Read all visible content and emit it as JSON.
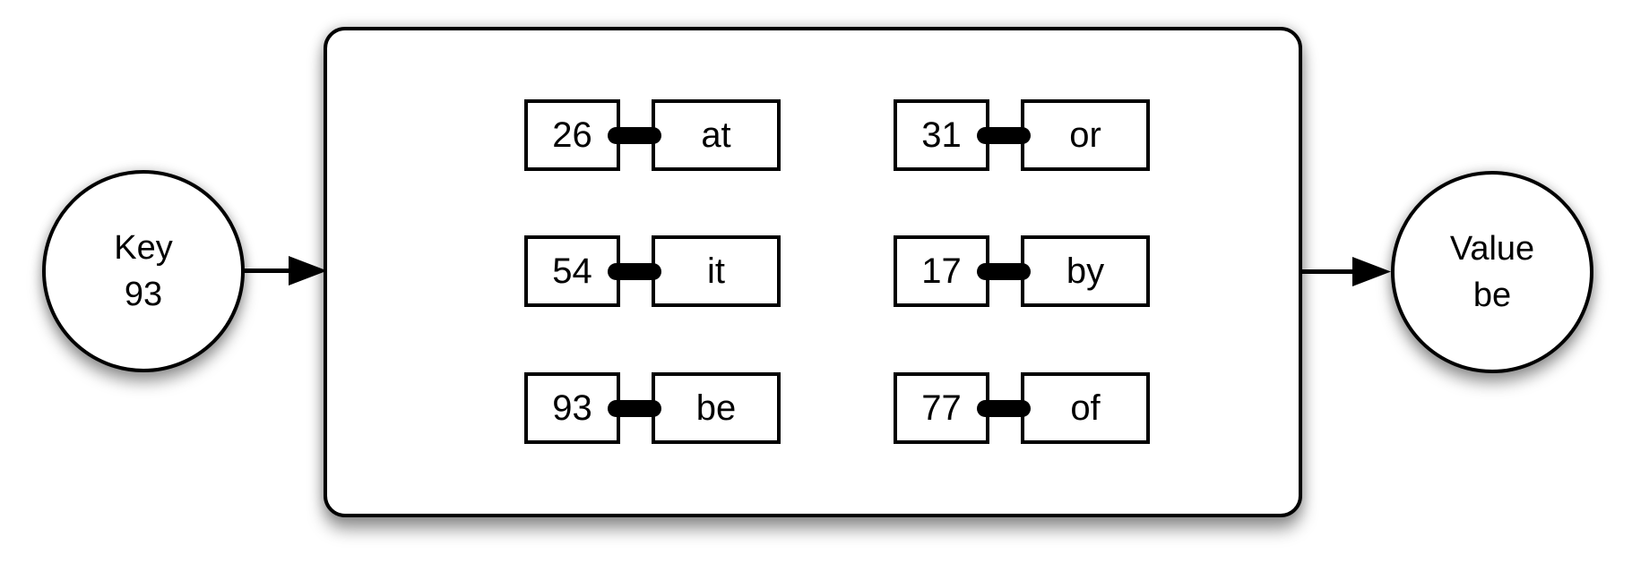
{
  "diagram": {
    "title_hint": "dictionary key-value lookup",
    "key_node": {
      "label": "Key",
      "value": "93"
    },
    "value_node": {
      "label": "Value",
      "value": "be"
    },
    "pairs": [
      {
        "key": "26",
        "value": "at"
      },
      {
        "key": "31",
        "value": "or"
      },
      {
        "key": "54",
        "value": "it"
      },
      {
        "key": "17",
        "value": "by"
      },
      {
        "key": "93",
        "value": "be"
      },
      {
        "key": "77",
        "value": "of"
      }
    ],
    "colors": {
      "stroke": "#000000",
      "fill": "#ffffff",
      "shadow": "rgba(0,0,0,0.35)"
    }
  }
}
